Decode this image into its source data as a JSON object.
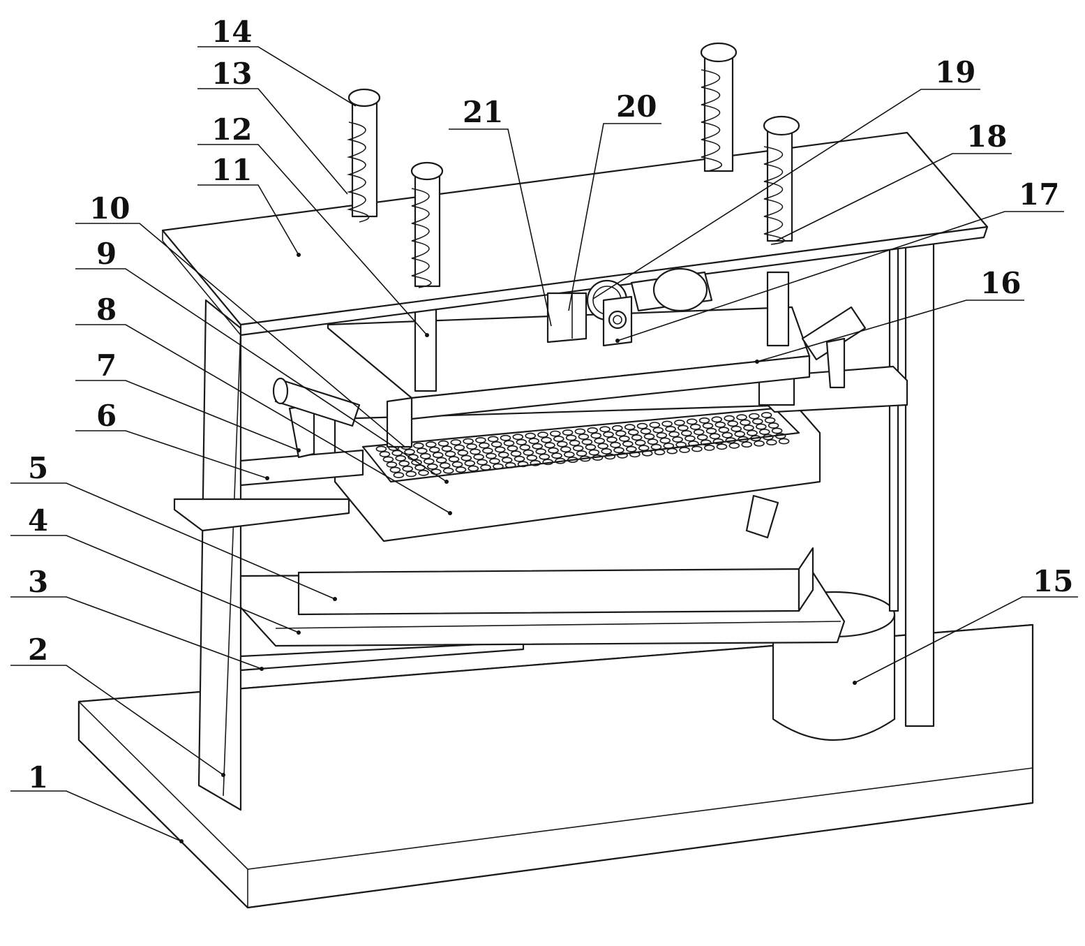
{
  "callouts": [
    {
      "id": "1",
      "label": "1"
    },
    {
      "id": "2",
      "label": "2"
    },
    {
      "id": "3",
      "label": "3"
    },
    {
      "id": "4",
      "label": "4"
    },
    {
      "id": "5",
      "label": "5"
    },
    {
      "id": "6",
      "label": "6"
    },
    {
      "id": "7",
      "label": "7"
    },
    {
      "id": "8",
      "label": "8"
    },
    {
      "id": "9",
      "label": "9"
    },
    {
      "id": "10",
      "label": "10"
    },
    {
      "id": "11",
      "label": "11"
    },
    {
      "id": "12",
      "label": "12"
    },
    {
      "id": "13",
      "label": "13"
    },
    {
      "id": "14",
      "label": "14"
    },
    {
      "id": "15",
      "label": "15"
    },
    {
      "id": "16",
      "label": "16"
    },
    {
      "id": "17",
      "label": "17"
    },
    {
      "id": "18",
      "label": "18"
    },
    {
      "id": "19",
      "label": "19"
    },
    {
      "id": "20",
      "label": "20"
    },
    {
      "id": "21",
      "label": "21"
    }
  ],
  "colors": {
    "line": "#1a1a1a",
    "background": "#ffffff"
  }
}
